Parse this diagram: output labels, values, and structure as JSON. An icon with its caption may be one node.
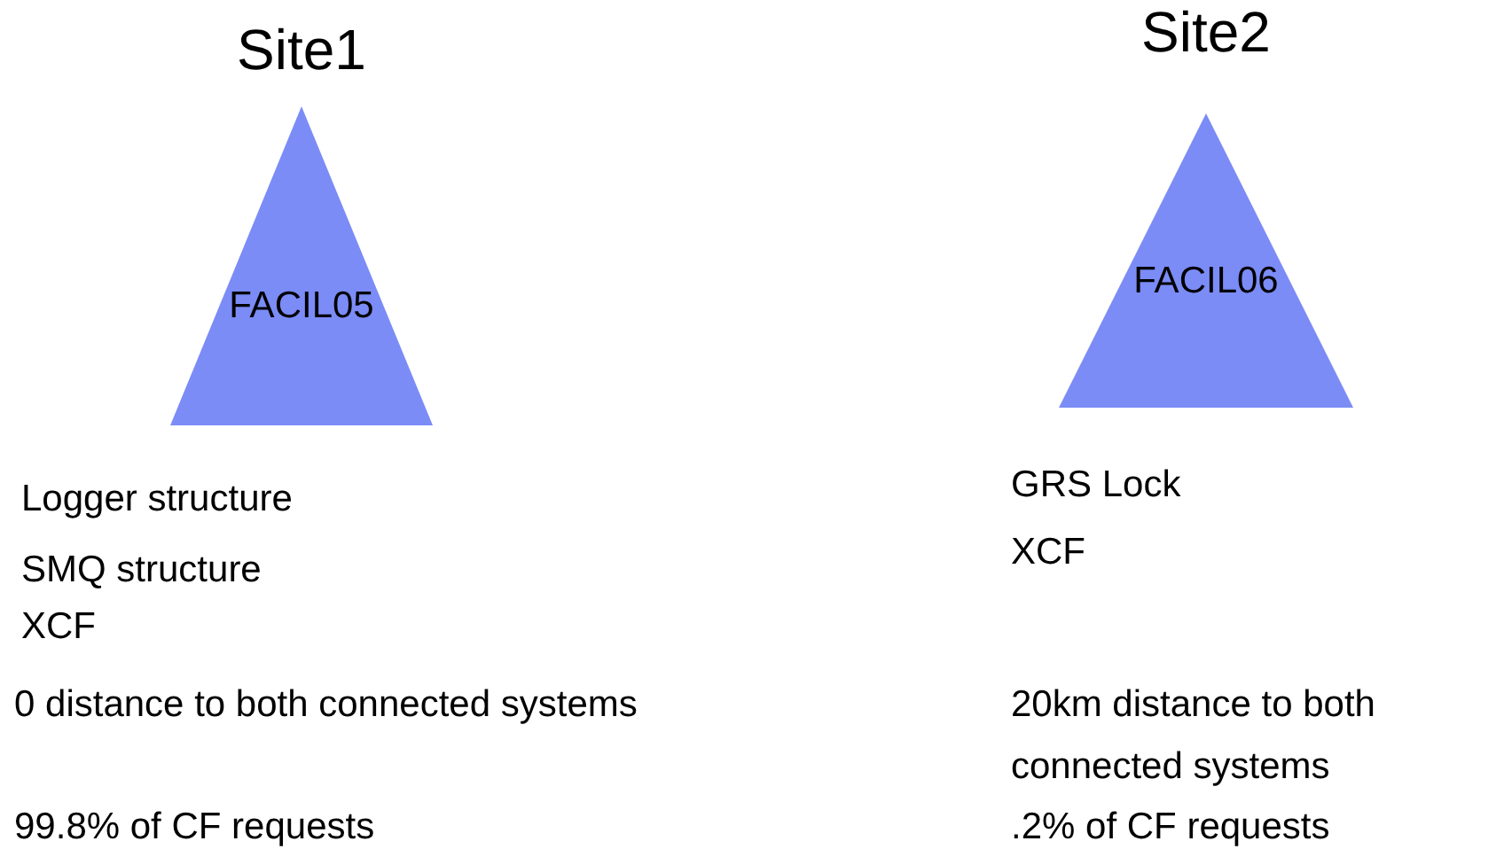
{
  "diagram": {
    "nodes": [
      {
        "text": [
          "Site1",
          "FACIL05"
        ],
        "beside": [
          "Logger structure",
          "SMQ structure",
          "XCF",
          "0 distance to both connected systems",
          "99.8% of CF requests"
        ]
      },
      {
        "text": [
          "Site2",
          "FACIL06"
        ],
        "beside": [
          "GRS Lock",
          "XCF",
          "20km distance to both connected systems",
          ".2% of CF requests"
        ]
      }
    ],
    "edges": []
  }
}
